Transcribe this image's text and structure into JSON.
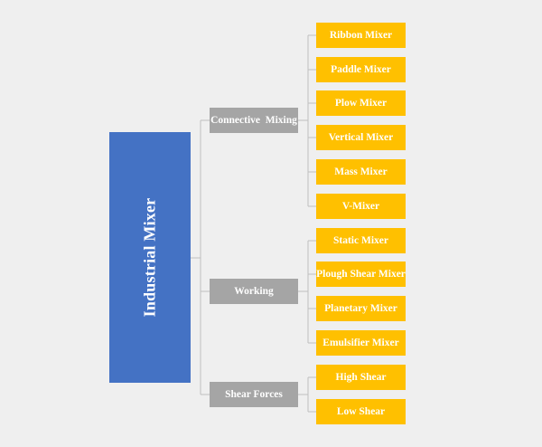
{
  "diagram": {
    "root": "Industrial Mixer",
    "categories": [
      {
        "label": "Connective  Mixing",
        "items": [
          "Ribbon Mixer",
          "Paddle Mixer",
          "Plow Mixer",
          "Vertical Mixer",
          "Mass Mixer",
          "V-Mixer"
        ]
      },
      {
        "label": "Working",
        "items": [
          "Static Mixer",
          "Plough Shear Mixer",
          "Planetary Mixer",
          "Emulsifier Mixer"
        ]
      },
      {
        "label": "Shear Forces",
        "items": [
          "High Shear",
          "Low Shear"
        ]
      }
    ],
    "colors": {
      "root": "#4472c4",
      "category": "#a5a5a5",
      "leaf": "#ffc000",
      "connector": "#bfbfbf",
      "background": "#efefef"
    }
  }
}
